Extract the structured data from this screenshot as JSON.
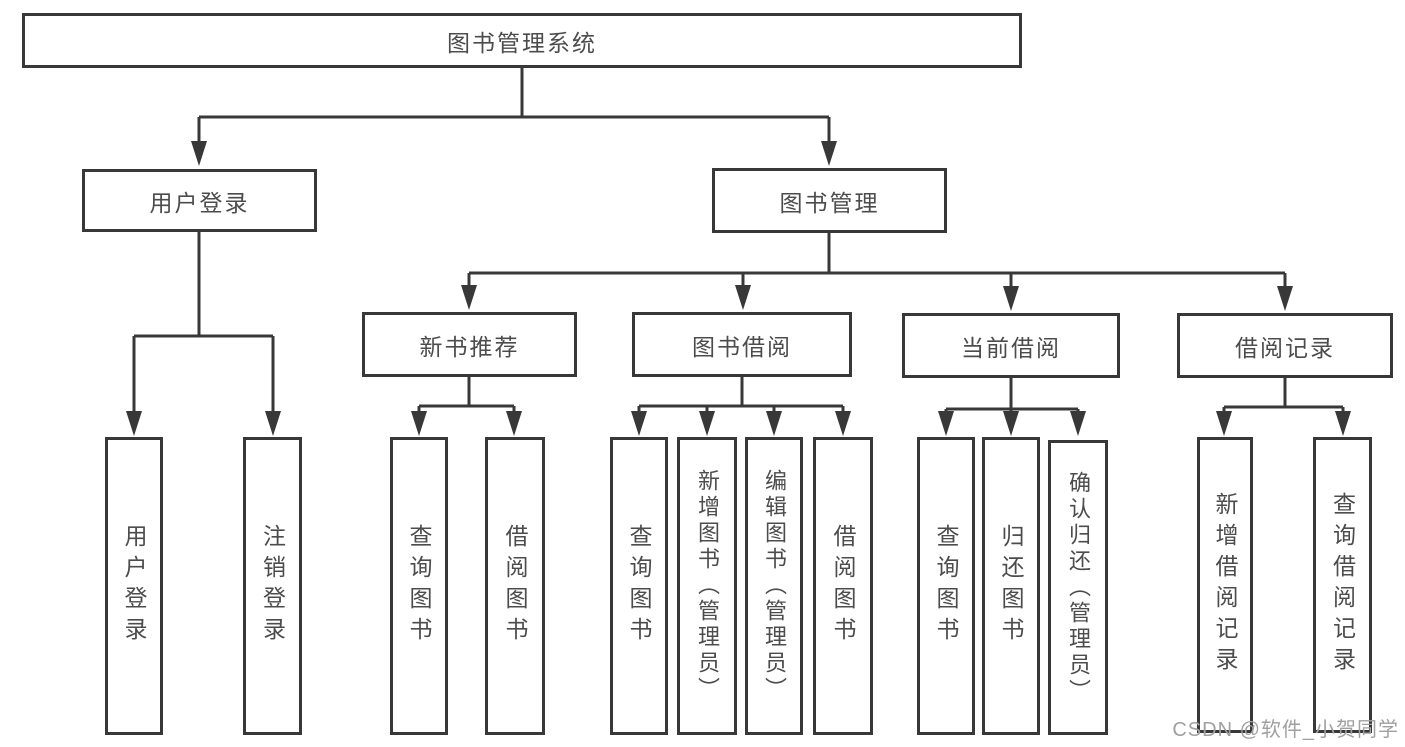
{
  "diagram": {
    "root": {
      "label": "图书管理系统"
    },
    "level2": [
      {
        "label": "用户登录"
      },
      {
        "label": "图书管理"
      }
    ],
    "level3": [
      {
        "label": "新书推荐"
      },
      {
        "label": "图书借阅"
      },
      {
        "label": "当前借阅"
      },
      {
        "label": "借阅记录"
      }
    ],
    "level4": {
      "user_login": [
        {
          "label": "用户登录"
        },
        {
          "label": "注销登录"
        }
      ],
      "new_books": [
        {
          "label": "查询图书"
        },
        {
          "label": "借阅图书"
        }
      ],
      "book_borrow": [
        {
          "label": "查询图书"
        },
        {
          "label": "新增图书（管理员）"
        },
        {
          "label": "编辑图书（管理员）"
        },
        {
          "label": "借阅图书"
        }
      ],
      "current_borrow": [
        {
          "label": "查询图书"
        },
        {
          "label": "归还图书"
        },
        {
          "label": "确认归还（管理员）"
        }
      ],
      "borrow_records": [
        {
          "label": "新增借阅记录"
        },
        {
          "label": "查询借阅记录"
        }
      ]
    }
  },
  "watermark": {
    "text": "CSDN @软件_小贺同学",
    "color": "#a0a0a0"
  },
  "colors": {
    "line": "#383838",
    "text": "#4c4c4c",
    "background": "#ffffff"
  }
}
